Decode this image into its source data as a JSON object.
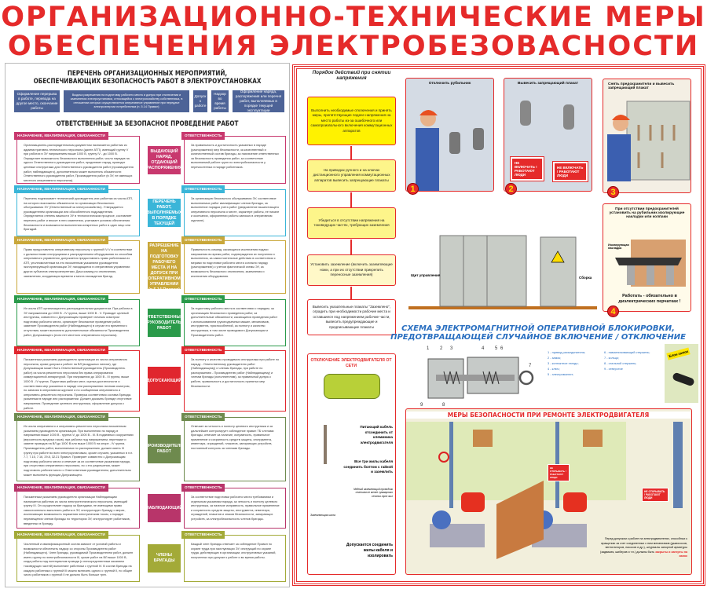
{
  "title": {
    "line1": "ОРГАНИЗАЦИОННО-ТЕХНИЧЕСКИЕ МЕРЫ",
    "line2": "ОБЕСПЕЧЕНИЯ ЭЛЕКТРОБЕЗОВАСНОСТИ"
  },
  "left": {
    "heading1": "ПЕРЕЧЕНЬ ОРГАНИЗАЦИОННЫХ МЕРОПРИЯТИЙ,",
    "heading1b": "ОБЕСПЕЧИВАЮЩИХ БЕЗОПАСНОСТЬ РАБОТ В ЭЛЕКТРОУСТАНОВКАХ",
    "measures": [
      "Оформление перерыва в работе, перевода на другое место, окончание работы",
      "Выдача разрешения на подготовку рабочего места и допуск при отключении и заземлении электроустановки, относящейся к электрохозяйству собственника, в отношении которых осуществляется оперативное управление при передаче электроэнергии потребителям (п. 5.14 Правил)",
      "Допуск к работе",
      "Надзор во время работы",
      "Оформление наряда, распоряжения или перечня работ, выполняемых в порядке текущей эксплуатации"
    ],
    "heading2": "ОТВЕТСТВЕННЫЕ ЗА БЕЗОПАСНОЕ ПРОВЕДЕНИЕ РАБОТ",
    "tag_left": "НАЗНАЧЕНИЕ, КВАЛИФИКАЦИЯ, ОБЯЗАННОСТИ",
    "tag_right": "ОТВЕТСТВЕННОСТЬ",
    "roles": [
      {
        "role": "ВЫДАЮЩИЙ НАРЯД, ОТДАЮЩИЙ РАСПОРЯЖЕНИЯ",
        "color": "#c8386e",
        "duties": "Организационно-распорядительным документом назначается работник из административно-технического персонала (далее АТП), имеющий группу V при работах в ЭУ напряжением выше 1000 В, группу IV - до 1000 В. Определяет возможность безопасного выполнения работ, число нарядов на одного Ответственного руководителя работ, продлевает наряд, проводит целевые инструктажи для Ответственного руководителя работ (производителя работ, наблюдающего), дополнительно может выполнять обязанности Ответственного руководителя работ, Производителя работ (в ЭУ, не имеющих местного оперативного персонала).",
        "resp": "За правильность и достаточность указанных в наряде (распоряжении) мер безопасности, за качественный и количественный состав бригады, за назначение ответственных за безопасность проведения работ, за соответствие выполняемой работе групп по электробезопасности у перечисленных в наряде работников."
      },
      {
        "role": "УТВЕРЖДАЮЩИЙ ПЕРЕЧЕНЬ РАБОТ, ВЫПОЛНЯЕМЫХ В ПОРЯДКЕ ТЕКУЩЕЙ ЭКСПЛУАТАЦИИ",
        "color": "#3ab5d8",
        "duties": "Перечень подписывает технический руководитель или работник из числа АТП, на которого возложены обязанности по организации безопасного обслуживания ЭУ (Ответственный за электрохозяйство). Утверждается руководителем организации или обособленного подразделения. Определяется степень важности ЭУ в технологическом процессе, составляет перечень работ и вносит в него изменения, учитывает условия обеспечения безопасности и возможности выполнения конкретных работ в один лицо или бригадой.",
        "resp": "За организацию безопасного обслуживания ЭУ, соответствие выполняемых работ квалификации членов бригады, за выполнение порядка учета работ (уведомление вышестоящего оперативного персонала о месте, характере работы, ее начале и окончании, оформлении работы записью в оперативном журнале)."
      },
      {
        "role": "ВЫДАЮЩИЙ РАЗРЕШЕНИЕ НА ПОДГОТОВКУ РАБОЧЕГО МЕСТА И НА ДОПУСК ПРИ ОПЕРАТИВНОМ УПРАВЛЕНИИ (п.5.14 Правил)",
        "color": "#c9a73a",
        "duties": "Право предоставлено оперативному персоналу с группой IV-V в соответствии с должностными инструкциями и распределением оборудования по способам оперативного управления, допускается предоставлять право работникам из АТП, уполномоченным на это письменным указанием руководителя эксплуатирующей организации ЭУ, находящиеся в оперативном управлении других субъектов электроэнергетики. Дача команд по отключению, заземлению, координация времени и места нахождения бригад.",
        "resp": "Правильность команд, касающихся исключения подачи напряжения во время работ, подтверждения их получения и выполнения, за самостоятельные действия в соответствии с мерами по подготовке рабочего места согласно наряду (распоряжению) с учетом фактической схемы ЭУ, за возможность безопасного отключения, заземления и исключения оборудования."
      },
      {
        "role": "ОТВЕТСТВЕННЫЙ РУКОВОДИТЕЛЬ РАБОТ",
        "color": "#2a9a4a",
        "duties": "Из числа АТП организационно-распорядительным документом. При работах в ЭУ напряжением до 1000 В - IV группа, выше 1000 В - V. Проводит целевой инструктаж, совместно с Допускающим проверяет личным осмотром подготовку рабочего места, организует безопасное проведение работ, заменяет Производителя работ (Наблюдающего) в случае его временного отсутствия, может выполнять дополнительные обязанности Производителя работ, Допускающего (если нет местного оперативного персонала).",
        "resp": "За подготовку рабочего места в соответствии с нарядом, за организацию безопасного проведения работ, за дополнительные обязанности, касающиеся проведения работ с использованием грузоподъемных машин, механизмов, инструмента, приспособлений, за полноту и качество инструктажа, в том числе проводимого Допускающим и Производителем работ."
      },
      {
        "role": "ДОПУСКАЮЩИЙ",
        "color": "#e0262e",
        "duties": "Письменным указанием руководителя организации из числа оперативного персонала, кроме допуска к работе на ВЛ (воздушных линиях), где Допускающим может быть Ответственный руководитель (Производитель работ) из числа ремонтного персонала без права оперирования коммутационной аппаратурой. При напряжении до 1000 В - III группа, выше 1000 В - IV группа. Подготовка рабочих мест, оценка достаточности и соответствия мер указанных в наряде или распоряжении личным осмотром, по записям в оперативном журнале и по сообщениям оперативного и оперативно-ремонтного персонала. Проверка соответствия состава бригады указанным в наряде или распоряжении. Должен доказать бригаде отсутствие напряжения. Проведение целевого инструктажа, оформление допуска к работе.",
        "resp": "За полноту и качество проводимого инструктажа при работе по наряду - Ответственному руководителю работ (Наблюдающему) и членам бригады, при работе по распоряжению - Производителю работ (Наблюдающему) и членам бригады (исполнителям), за правильный допуск к работе, правильность и достаточность принятых мер безопасности."
      },
      {
        "role": "ПРОИЗВОДИТЕЛЬ РАБОТ",
        "color": "#6e8a4e",
        "duties": "Из числа оперативного и оперативно-ремонтного персонала письменным указанием руководителя организации. При выполнении по наряду в напряжении выше 1000 В - группа IV, до 1000 В - III. В подземных сооружениях (вероятность вредных газов), при работах под напряжением, перетяжке и замене проводов на ВЛ до 1000 В или выше 1000 В на опоре - IV группа. Производитель работ, выполняемых по распоряжению, должен иметь III группу при работе во всех электроустановках, кроме случаев, указанных в п.п. 7.7, 7.15, 7.16, 29.8, 32.21 Правил. Проверяет совместно с Допускающим подготовку рабочего места и отвечает за их соответствие указаниям наряда, при отсутствии оперативного персонала, но с его разрешения, может подготовить рабочее место с Ответственным руководителем, дополнительно может выполнить функции Допускающего.",
        "resp": "Отвечает за четкость и полноту целевого инструктажа и за дальнейшее контролирует соблюдение правил ТБ членами бригады, отвечает за наличие, исправность, правильное применение и сохранность средств защиты, инструмента, инвентаря, ограждений, плакатов, запирающих устройств, постоянный контроль за членами бригады."
      },
      {
        "role": "НАБЛЮДАЮЩИЙ",
        "color": "#b8356a",
        "duties": "Письменным указанием руководителя организации Наблюдающим назначается работник из числа электротехнического персонала, имеющий группу III. Он осуществляет надзор за бригадами, не имеющими право самостоятельно выполнять работы в ЭУ, инструктирует бригаду о мерах, исключающих возможность поражения электрическим током, о порядке перемещения членов бригады по территории ЭУ, инструктирует работников, введенных в бригаду.",
        "resp": "За соответствие подготовки рабочего места требованиям и отдельным указаниям наряда, за четкость и полноту целевого инструктажа, за наличие исправность, правильное применение и сохранность средств защиты, инструмента, инвентаря, ограждений, плакатов и знаков безопасности, запирающих устройств, за электробезопасность членов бригады."
      },
      {
        "role": "ЧЛЕНЫ БРИГАДЫ",
        "color": "#a3aa38",
        "duties": "Численный и квалификационный состав зависит от условий работы и возможности обеспечить надзор со стороны Производителя работ (Наблюдающего). Член бригады, руководимой Производителем работ, должен иметь группу по электробезопасности III, кроме работ на ВЛ выше 1000 В, когда работы над потенциалом провода (с непосредственным касанием токоведущих частей) выполняют работники с группой IV. В состав бригады на каждого работника с группой III можно включить одного с группой II, но общее число работников с группой II не должно быть больше трех.",
        "resp": "Каждый член бригады отвечает за соблюдение Правил по охране труда при эксплуатации ЭУ, инструкций по охране труда, действующих в организации, инструктивных указаний, полученных при допуске к работе и во время работы."
      }
    ]
  },
  "right": {
    "flow_title": "Порядок действий при снятии напряжения",
    "steps": [
      "Выполнить необходимые отключения и принять меры, препятствующие подаче напряжения на место работы из-за ошибочного или самопроизвольного включения коммутационных аппаратов",
      "На приводах ручного и на ключах дистанционного управления коммутационных аппаратов вывесить запрещающие плакаты",
      "Убедиться в отсутствии напряжения на токоведущих частях, требующих заземления",
      "Установить заземление (включить заземляющие ножи, а при их отсутствии прикрепить переносные заземления)",
      "Вывесить указательные плакаты \"Заземлено\", оградить при необходимости рабочие места и оставшиеся под напряжением рабочие части, вывесить предупреждающие и предписывающие плакаты"
    ],
    "panels": [
      {
        "num": "1",
        "caption": "Отключить рубильник"
      },
      {
        "num": "2",
        "caption": "Вывесить запрещающий плакат",
        "sign": "НЕ ВКЛЮЧАТЬ ! РАБОТАЮТ ЛЮДИ"
      },
      {
        "num": "3",
        "caption": "Снять предохранители и вывесить запрещающий плакат"
      },
      {
        "num": "4",
        "caption": "При отсутствии предохранителей установить на рубильник изолирующие накладки или колпаки",
        "label": "Изолирующая накладка",
        "note": "Работать - обязательно в диэлектрических перчатках !"
      }
    ],
    "board_label": "Щит управления",
    "cabinet_label": "Сборка",
    "schema_title1": "СХЕМА ЭЛЕКТРОМАГНИТНОЙ ОПЕРАТИВНОЙ БЛОКИРОВКИ,",
    "schema_title2": "ПРЕДОТВРАЩАЮЩЕЙ СЛУЧАЙНОЕ ВКЛЮЧЕНИЕ / ОТКЛЮЧЕНИЕ",
    "legend": [
      "1 - привод разъединителя;",
      "2 - замок;",
      "3 - контактное гнездо;",
      "4 - ключ;",
      "5 - электромагнит;",
      "6 - намагничивающий стержень;",
      "7 - кольцо;",
      "8 - стальной стержень;",
      "9 - отверстие"
    ],
    "lock_label": "Блок-замок",
    "motor": {
      "title": "ОТКЛЮЧЕНИЕ ЭЛЕКТРОДВИГАТЕЛЯ ОТ СЕТИ",
      "t1": "Питающий кабель отсоединить от клеммника электродвигателя",
      "t2": "Все три жилы кабеля соединить болтом с гайкой и заземлить",
      "t3": "Медный заземляющий проводник сечением не менее суммарного сечения трех жил",
      "t4": "Заземляющая шина",
      "t5": "Допускается соединить жилы кабеля и изолировать"
    },
    "repair": {
      "title": "МЕРЫ БЕЗОПАСНОСТИ ПРИ РЕМОНТЕ ЭЛЕКТРОДВИГАТЕЛЯ",
      "note": "Перед допуском к работе на электродвигателях, способных к вращению за счет соединенных с ним механизмов (дымососов, вентиляторов, насосов и др.), штурвалы запорной арматуры (задвижек, шиберов и т.п.) должны быть",
      "note_red": "закрыты и заперты на замок",
      "sign": "НЕ ОТКРЫВАТЬ ! РАБОТАЮТ ЛЮДИ"
    }
  },
  "colors": {
    "title": "#e52a2a",
    "measures": "#4d6397",
    "schema": "#2a6fc0",
    "flow": "#fdf58a"
  }
}
